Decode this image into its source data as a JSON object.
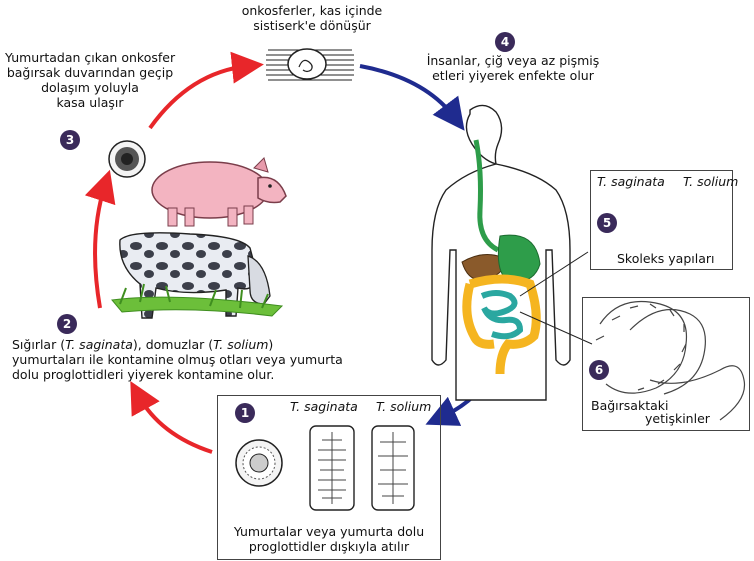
{
  "colors": {
    "red_arrow": "#e8262a",
    "blue_arrow": "#1f2b8f",
    "step_badge": "#3a2a5a"
  },
  "steps": [
    {
      "number": "1",
      "lines": [
        "Yumurtalar veya yumurta dolu",
        "proglottidler dışkıyla atılır"
      ],
      "species_a": "T. saginata",
      "species_b": "T. solium"
    },
    {
      "number": "2",
      "line1_pre": "Sığırlar (",
      "line1_it1": "T. saginata",
      "line1_mid": "), domuzlar (",
      "line1_it2": "T. solium",
      "line1_post": ")",
      "line2": "yumurtaları ile kontamine olmuş otları veya yumurta",
      "line3": "dolu proglottidleri yiyerek kontamine olur."
    },
    {
      "number": "3",
      "lines": [
        "Yumurtadan çıkan onkosfer",
        "bağırsak duvarından geçip",
        "dolaşım yoluyla",
        "kasa ulaşır"
      ]
    },
    {
      "number": "4",
      "lines": [
        "İnsanlar, çiğ veya az pişmiş",
        "etleri yiyerek enfekte olur"
      ]
    },
    {
      "number": "5",
      "species_a": "T. saginata",
      "species_b": "T. solium",
      "caption": "Skoleks yapıları"
    },
    {
      "number": "6",
      "lines": [
        "Bağırsaktaki",
        "yetişkinler"
      ]
    }
  ],
  "top_caption": [
    "onkosferler, kas içinde",
    "sistiserk'e dönüşür"
  ]
}
